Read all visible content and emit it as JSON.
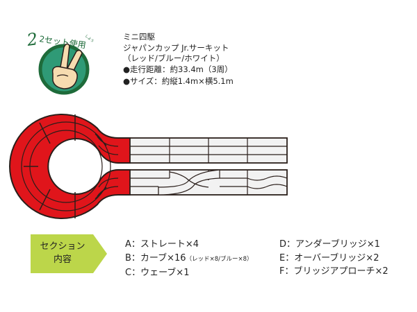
{
  "badge": {
    "text": "2セット使用",
    "ruby": "しよう",
    "icon": "peace-sign-hand-icon",
    "colors": {
      "ring": "#1e6b3a",
      "fill": "#2f9a76",
      "hand": "#f6dcb0",
      "text": "#1e6b3a"
    }
  },
  "info": {
    "line1": "ミニ四駆",
    "line2": "ジャパンカップ Jr.サーキット",
    "line3": "（レッド/ブルー/ホワイト）",
    "distance": "●走行距離：約33.4m（3周）",
    "size": "●サイズ：約縦1.4m×横5.1m"
  },
  "track": {
    "left_color": "#e0151b",
    "right_color": "#2b63b5",
    "straight_color": "#f2f2f2",
    "line_color": "#2a1e1a"
  },
  "section": {
    "tag_line1": "セクション",
    "tag_line2": "内容",
    "tag_color": "#bcd64a",
    "items_left": [
      {
        "label": "A：ストレート×4"
      },
      {
        "label": "B：カーブ×16",
        "note": "（レッド×8/ブルー×8）"
      },
      {
        "label": "C：ウェーブ×1"
      }
    ],
    "items_right": [
      {
        "label": "D：アンダーブリッジ×1"
      },
      {
        "label": "E：オーバーブリッジ×2"
      },
      {
        "label": "F：ブリッジアプローチ×2"
      }
    ]
  }
}
